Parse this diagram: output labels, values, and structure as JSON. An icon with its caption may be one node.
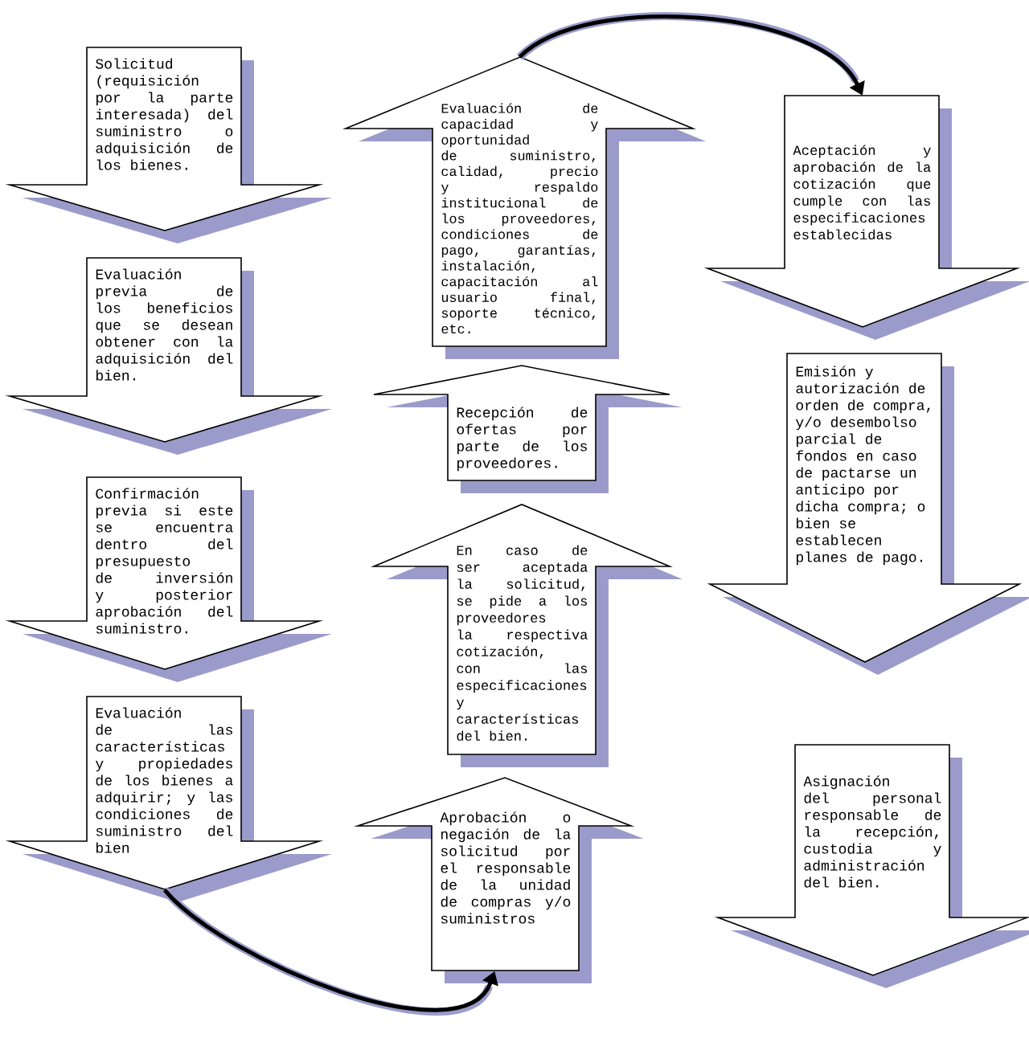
{
  "diagram": {
    "nodes": [
      {
        "text": [
          "Solicitud (requisición por la parte interesada) del suministro o adquisición de los bienes."
        ]
      },
      {
        "text": [
          "Evaluación previa de los beneficios que se desean obtener con la adquisición del bien."
        ]
      },
      {
        "text": [
          "Confirmación previa si este se encuentra dentro del presupuesto de inversión y posterior aprobación del suministro."
        ]
      },
      {
        "text": [
          "Evaluación de las características y propiedades de los bienes a adquirir; y las condiciones de suministro del bien"
        ]
      },
      {
        "text": [
          "Aprobación o negación de la solicitud por el responsable de la unidad de compras y/o suministros"
        ]
      },
      {
        "text": [
          "En caso de ser aceptada la solicitud, se pide a los proveedores la respectiva cotización, con las especificaciones y características del bien."
        ]
      },
      {
        "text": [
          "Recepción de ofertas por parte de los proveedores."
        ]
      },
      {
        "text": [
          "Evaluación de capacidad y oportunidad de suministro, calidad, precio y respaldo institucional de los proveedores, condiciones de pago, garantías, instalación, capacitación al usuario final, soporte técnico, etc."
        ]
      },
      {
        "text": [
          "Aceptación y aprobación de la cotización que cumple con las especificaciones establecidas"
        ]
      },
      {
        "text": [
          "Emisión y autorización de orden de compra, y/o desembolso parcial de fondos en caso de pactarse un anticipo por dicha compra; o bien se establecen planes de pago."
        ]
      },
      {
        "text": [
          "Asignación del personal responsable de la recepción, custodia y administración del bien."
        ]
      }
    ],
    "edges": [
      {
        "from": 3,
        "to": 4,
        "arrow": "to"
      },
      {
        "from": 7,
        "to": 8,
        "arrow": "to"
      }
    ]
  }
}
